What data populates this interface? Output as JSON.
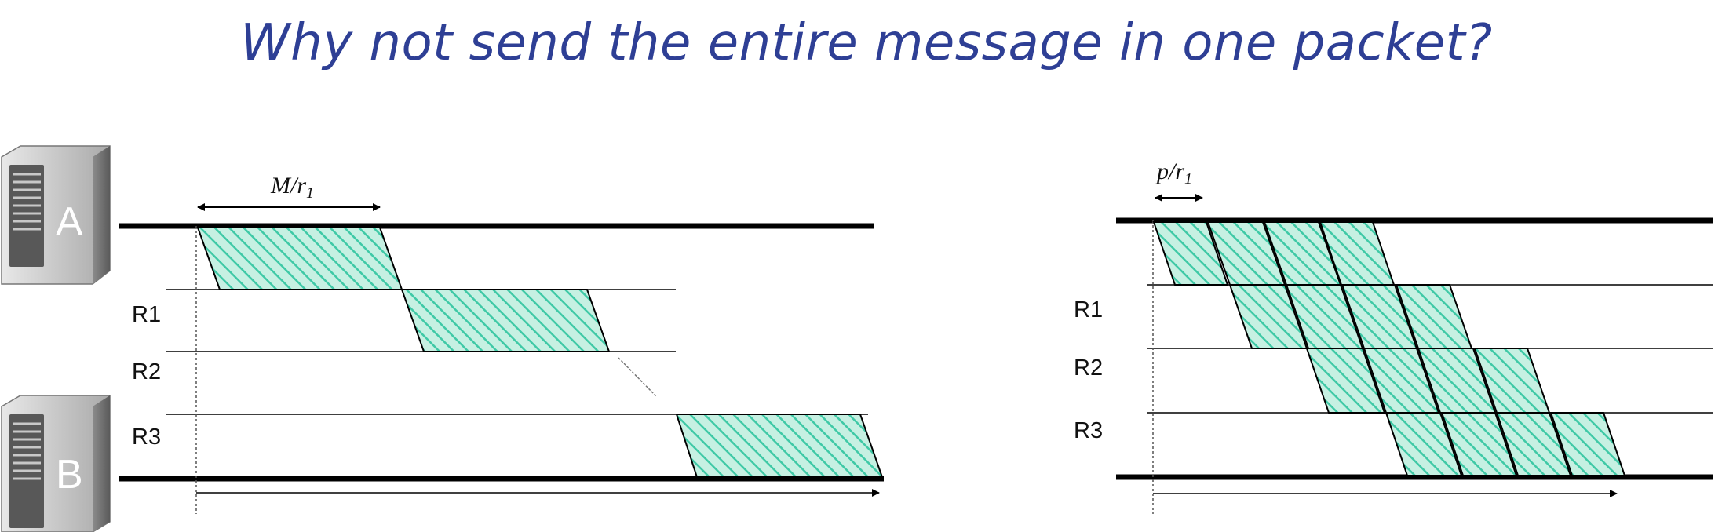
{
  "title": "Why not send the entire message in one packet?",
  "left": {
    "duration_label": {
      "main": "M/r",
      "sub": "1"
    },
    "hosts": {
      "source": "A",
      "dest": "B"
    },
    "routers": [
      "R1",
      "R2",
      "R3"
    ],
    "packets": 1
  },
  "right": {
    "duration_label": {
      "main": "p/r",
      "sub": "1"
    },
    "routers": [
      "R1",
      "R2",
      "R3"
    ],
    "packets": 4
  },
  "colors": {
    "title": "#2e3f95",
    "packet_fill": "#bfeedd",
    "packet_hatch": "#3fc9a6",
    "line": "#000000"
  },
  "icons": {
    "server": "server-tower-icon",
    "arrow": "double-arrow-icon"
  }
}
